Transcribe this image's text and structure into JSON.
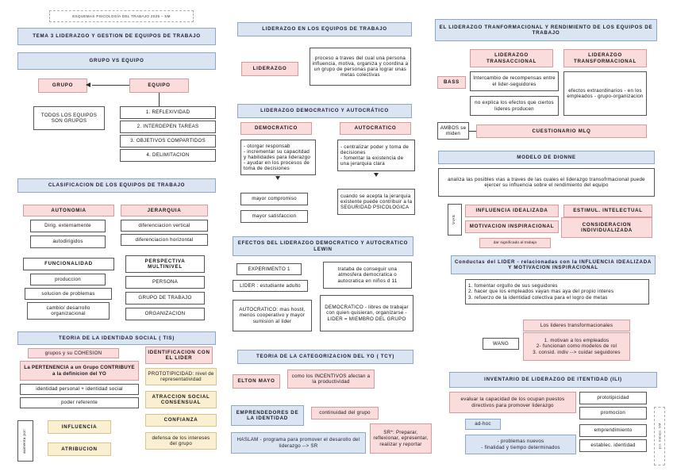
{
  "doc": {
    "header_chip": "ESQUEMAS PSICOLOGÍA DEL TRABAJO 2025 – SM",
    "side_watermark": "psi. trabajo. SM"
  },
  "colors": {
    "blue_fill": "#dbe5f1",
    "blue_border": "#8aa8ce",
    "pink_fill": "#fbdcdc",
    "pink_border": "#d99a9a",
    "cream_fill": "#fbefd2",
    "cream_border": "#d9c48b",
    "white_fill": "#ffffff",
    "dark_border": "#555555"
  },
  "col_left": {
    "tema_header": "TEMA 3 LIDERAZGO Y GESTION DE EQUIPOS DE TRABAJO",
    "grupo_vs_equipo": "GRUPO VS EQUIPO",
    "grupo": "GRUPO",
    "equipo": "EQUIPO",
    "todos_los_equipos": "TODOS LOS EQUIPOS SON GRUPOS",
    "equipo_items": [
      "1. REFLEXIVIDAD",
      "2. INTERDEPEN TAREAS",
      "3. OBJETIVOS COMPARTIDOS",
      "4. DELIMITACION"
    ],
    "clasificacion_header": "CLASIFICACION DE LOS EQUIPOS DE TRABAJO",
    "autonomia": "AUTONOMIA",
    "autonomia_items": [
      "Dirig. externamente",
      "autodirigidos"
    ],
    "funcionalidad": "FUNCIONALIDAD",
    "funcionalidad_items": [
      "produccion",
      "solucion de problemas",
      "cambio/ desarrollo organizacional"
    ],
    "jerarquia": "JERARQUIA",
    "jerarquia_items": [
      "diferenciacion vertical",
      "diferenciacion horizontal"
    ],
    "perspectiva": "PERSPECTIVA MULTINIVEL",
    "perspectiva_items": [
      "PERSONA",
      "GRUPO DE TRABAJO",
      "ORGANIZACION"
    ],
    "tis_header": "TEORIA DE LA IDENTIDAD SOCIAL ( TIS)",
    "grupos_cohesion": "grupos y su COHESION",
    "pertenencia": "La PERTENENCIA a un Grupo CONTRIBUYE a la definicion del YO",
    "identidad_personal": "identidad personal + identidad social",
    "poder_referente": "poder referente",
    "aumenta_por": "aumenta por:",
    "influencia": "INFLUENCIA",
    "atribucion": "ATRIBUCION",
    "identificacion_lider": "IDENTIFICACION CON EL LIDER",
    "prototipicidad": "PROTOTIPICIDAD: nivel de representatividad",
    "atraccion_social": "ATRACCION SOCIAL CONSENSUAL",
    "confianza": "CONFIANZA",
    "defensa_intereses": "defensa de los intereses del grupo"
  },
  "col_mid": {
    "liderazgo_header": "LIDERAZGO EN LOS EQUIPOS DE TRABAJO",
    "liderazgo": "LIDERAZGO",
    "liderazgo_def": "proceso a traves del cual una persona influencia, motiva, organiza y coordina a un grupo de personas para lograr unas metas colectivas",
    "dem_auto_header": "LIDERAZGO DEMOCRATICO Y AUTOCRÁTICO",
    "democratico": "DEMOCRATICO",
    "democratico_items": "- otorgar responsab\n- incrementar su capacitdad y habilidades para liderazgo\n- ayudar en los procesos de toma de decisiones",
    "mayor_compromiso": "mayor compromiso",
    "mayor_satisfaccion": "mayor satisfaccion",
    "autocratico": "AUTOCRATICO",
    "autocratico_items": "- centralizar poder y toma de decisiones\n- fomentar la existencia de una jerarquia clara",
    "autocratico_res": "cuando se acepta la jerarquia existente puede contribuir a la SEGURIDAD PSICOLOGICA",
    "efectos_header": "EFECTOS DEL LIDERAZGO DEMOCRATICO Y AUTOCRATICO LEWIN",
    "experimento": "EXPERIMENTO 1",
    "lider_estudiante": "LIDER : estudiante adulto",
    "trataba": "trataba de conseguir una atmosfera democratica o autocratica en niños d 11",
    "autocratico_efecto": "AUTOCRATICO: mas hostil, menos cooperativo y mayor sumision al lider",
    "democratico_efecto": "DEMOCRATICO - libres de trabajar con quien quisieran, organizarse - LIDER = MIEMBRO DEL GRUPO",
    "tcy_header": "TEORIA DE LA CATEGORIZACION DEL YO ( TCY)",
    "elton_mayo": "ELTON MAYO",
    "incentivos": "como los INCENTIVOS afectan a la productividad",
    "emprendedores": "EMPRENDEDORES DE LA IDENTIDAD",
    "continuidad": "continuidad del grupo",
    "haslam": "HASLAM - programa para promover el desarollo del liderazgo --> SR",
    "sr": "SR*: Preparar, reflexionar, epresentar, realizar y reportar"
  },
  "col_right": {
    "transf_header": "EL LIDERAZGO TRANFORMACIONAL Y RENDIMIENTO DE LOS EQUIPOS DE TRABAJO",
    "transaccional": "LIDERAZGO TRANSACCIONAL",
    "transformacional": "LIDERAZGO TRANSFORMACIONAL",
    "bass": "BASS",
    "intercambio": "Intercambio de recompensas entre el lider-seguidores",
    "no_explica": "no explica los efectos que ciertos lideres producen",
    "efectos_extra": "efectos extraordinarios - en los empleados - grupo-organizacion",
    "ambos": "AMBOS se miden",
    "cuestionario": "CUESTIONARIO MLQ",
    "dionne_header": "MODELO DE DIONNE",
    "dionne_def": "analiza las posibles vias a traves de las cuales el liderazgo transofrmacional puede ejercer su influencia sobre el rendimiento del equipo",
    "vias": "VIAS",
    "influencia_idealizada": "INFLUENCIA IDEALIZADA",
    "estimul_intelectual": "ESTIMUL. INTELECTUAL",
    "motivacion_inspiracional": "MOTIVACION INSPIRACIONAL",
    "consideracion_individualizada": "CONSIDERACION INDIVIDUALIZADA",
    "dar_significado": "dar significado al trabajo",
    "conductas_header": "Conductas del LIDER - relacionadas con la INFLUENCIA IDEALIZADA Y MOTIVACION INSPIRACIONAL",
    "conductas_items": "1. fomentar orgullo de sus seguidores\n2. hacer que los empleados vayan mas aya del propio interes\n3. refuerzo de la identidad colectiva para el logro de metas",
    "lideres_transf": "Los lideres transformacionales",
    "wang": "WANG",
    "wang_items": "1. motivan a los empleados\n2- funcionan como modelos de rol\n3. consid. indiv --> cuidar seguidores",
    "ili_header": "INVENTARIO DE LIDERAZGO DE ITENTIDAD (ILI)",
    "evaluar": "evaluar la capacidad de los ocupan puestos directivos para promover liderazgo",
    "ad_hoc": "ad-hoc",
    "problemas": "- problemas nuevos\n- finalidad y tiempo determinados",
    "ili_items": [
      "prototipicidad",
      "promocion",
      "emprendimiento",
      "establec. identidad"
    ]
  }
}
